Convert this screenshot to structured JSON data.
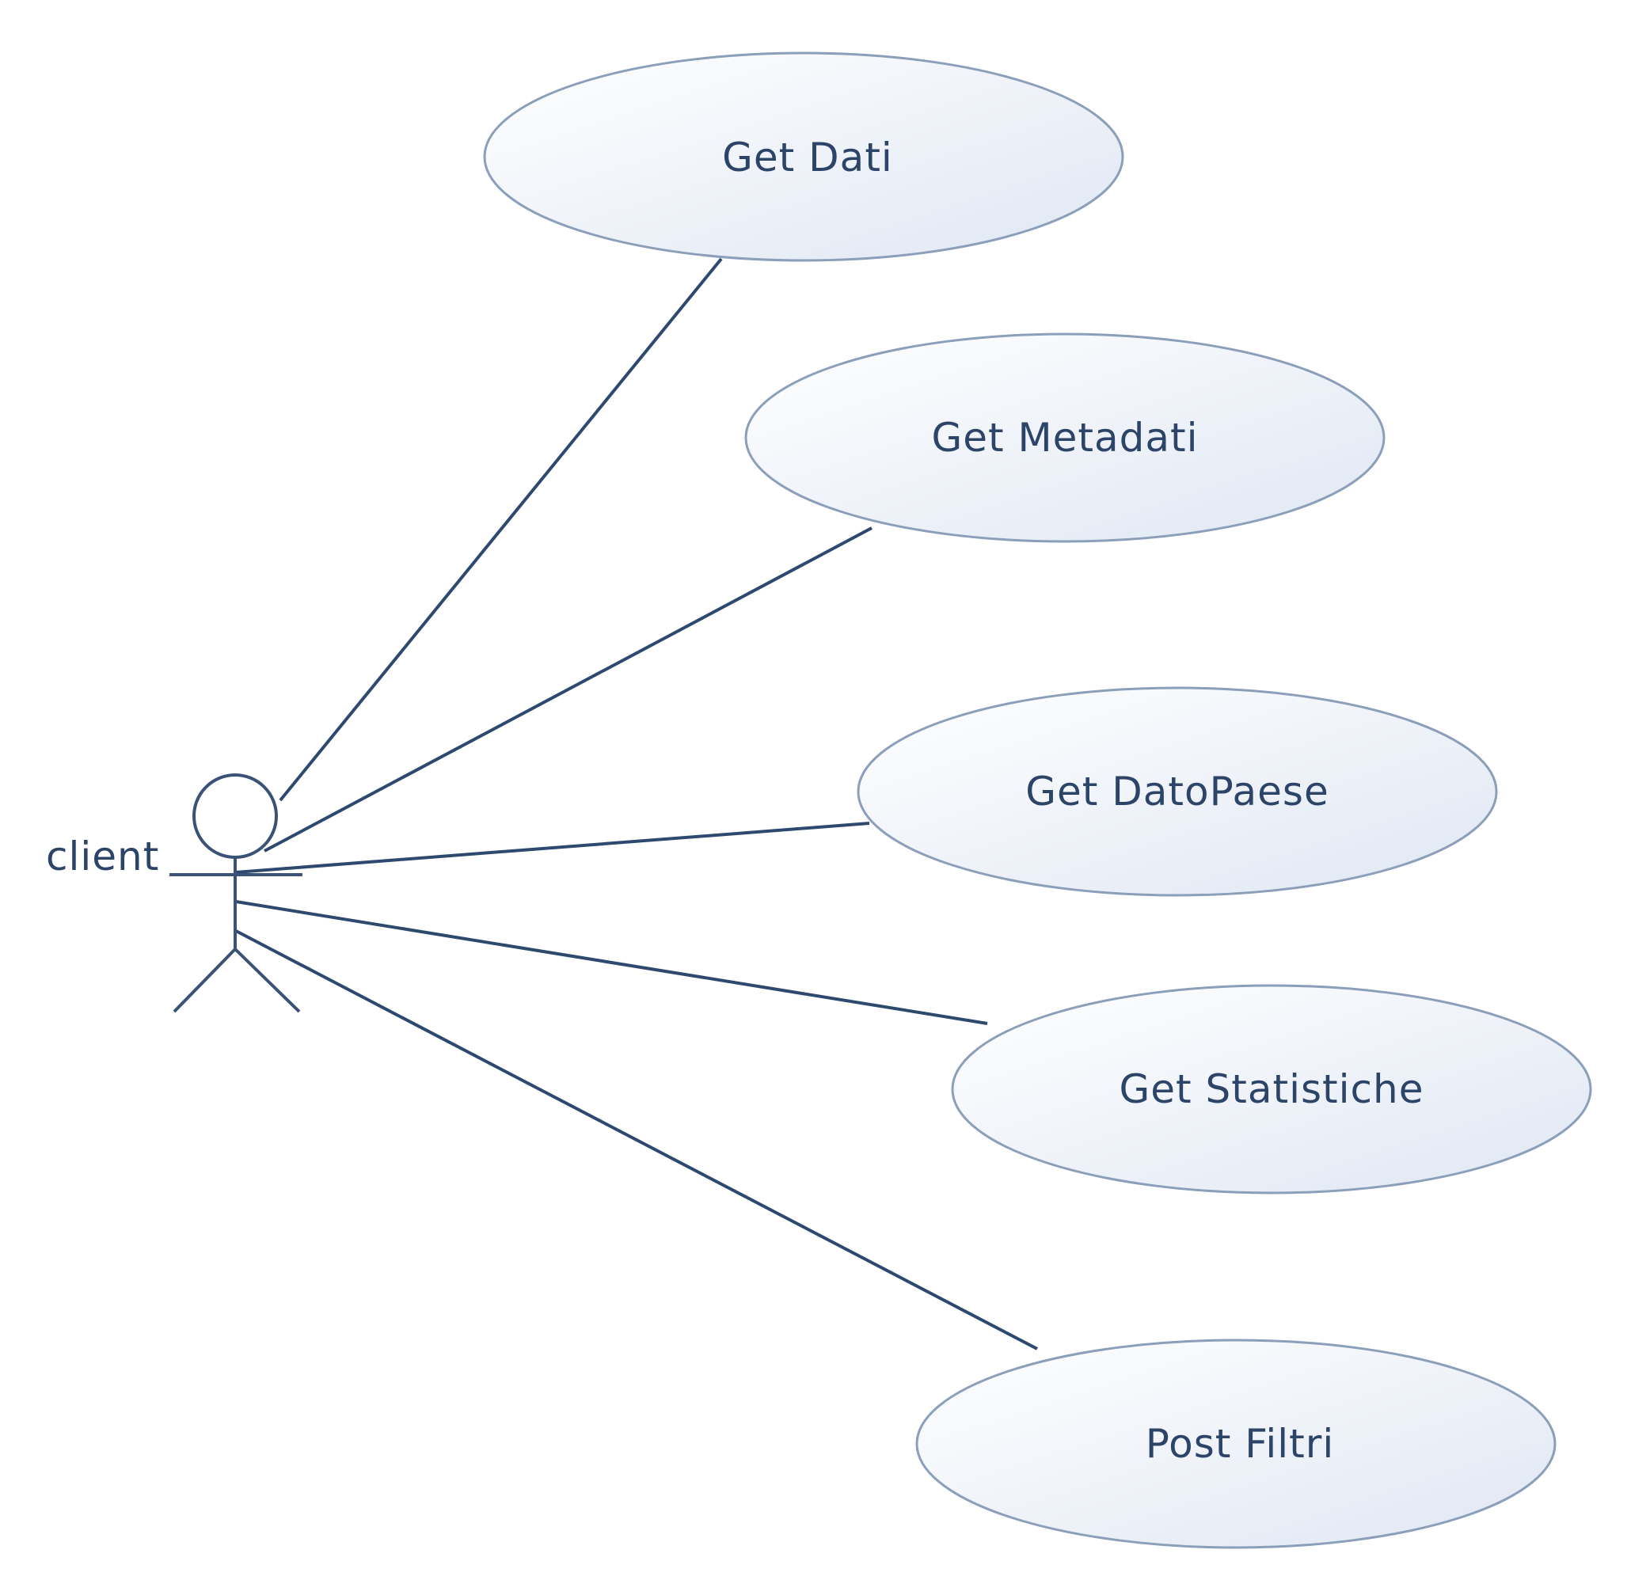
{
  "actor": {
    "name": "client"
  },
  "use_cases": [
    {
      "label": "Get Dati"
    },
    {
      "label": "Get Metadati"
    },
    {
      "label": "Get DatoPaese"
    },
    {
      "label": "Get Statistiche"
    },
    {
      "label": "Post Filtri"
    }
  ],
  "colors": {
    "line": "#2d4a6e",
    "text": "#2b4468",
    "ellipse_border": "#8b9fba",
    "ellipse_fill_light": "#ffffff",
    "ellipse_fill_dark": "#dfe7f3"
  }
}
